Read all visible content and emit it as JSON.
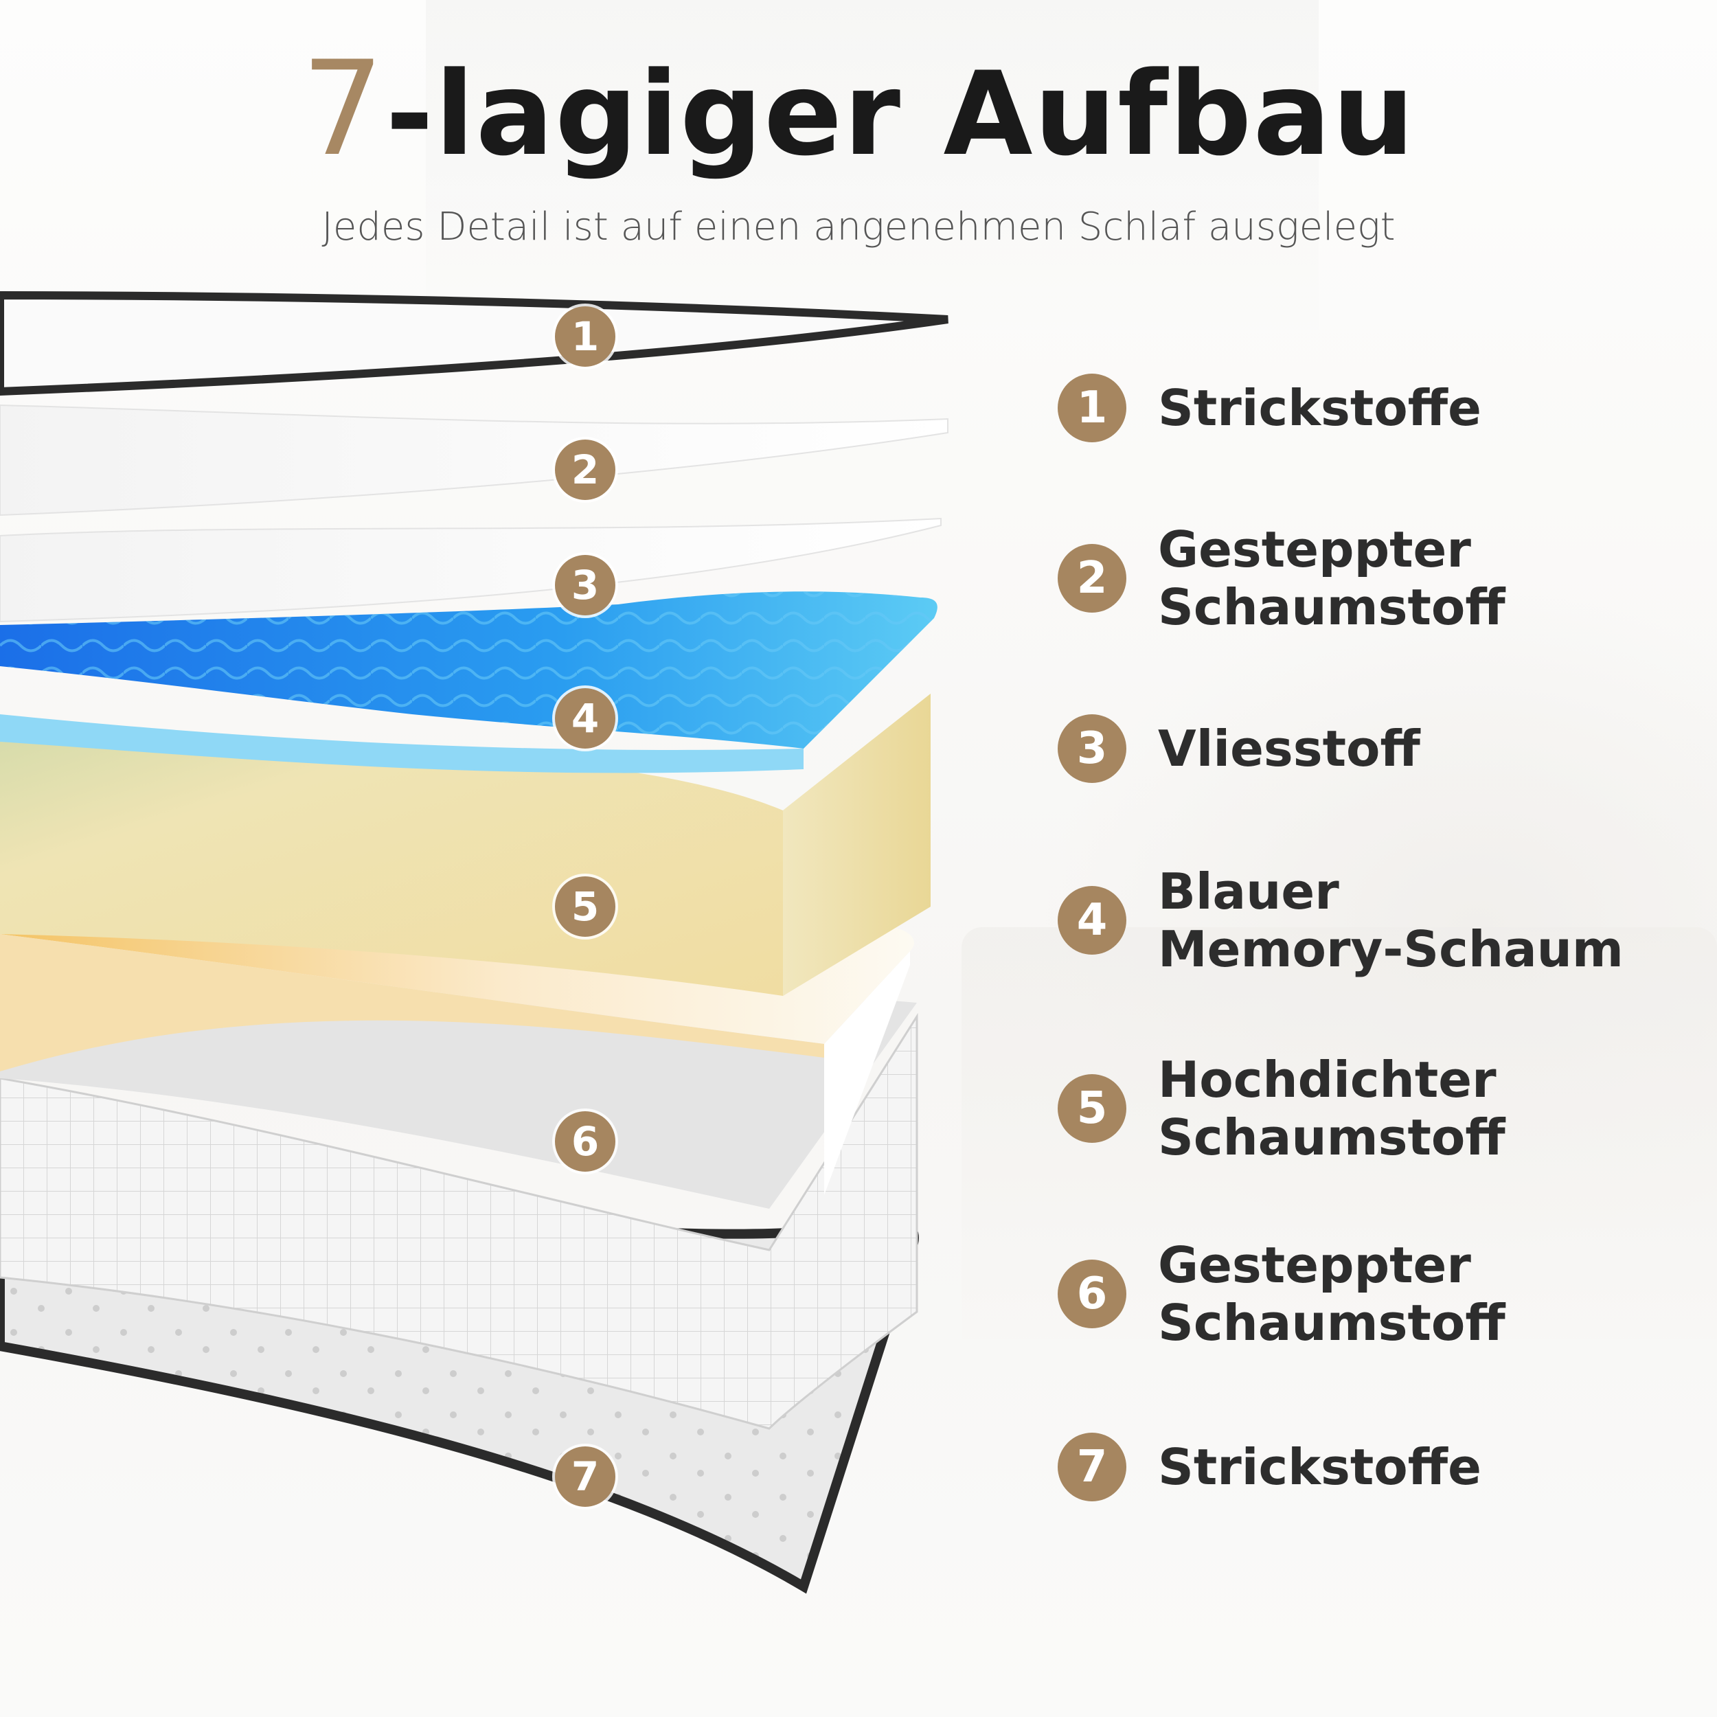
{
  "title": {
    "accent": "7",
    "rest": "-lagiger Aufbau"
  },
  "subtitle": "Jedes Detail ist auf einen angenehmen Schlaf ausgelegt",
  "markers": [
    "1",
    "2",
    "3",
    "4",
    "5",
    "6",
    "7"
  ],
  "layers": [
    {
      "number": "1",
      "lines": [
        "Strickstoffe"
      ]
    },
    {
      "number": "2",
      "lines": [
        "Gesteppter",
        "Schaumstoff"
      ]
    },
    {
      "number": "3",
      "lines": [
        "Vliesstoff"
      ]
    },
    {
      "number": "4",
      "lines": [
        "Blauer",
        "Memory-Schaum"
      ]
    },
    {
      "number": "5",
      "lines": [
        "Hochdichter",
        "Schaumstoff"
      ]
    },
    {
      "number": "6",
      "lines": [
        "Gesteppter",
        "Schaumstoff"
      ]
    },
    {
      "number": "7",
      "lines": [
        "Strickstoffe"
      ]
    }
  ],
  "colors": {
    "accent": "#a68660",
    "memory_foam": "#1e90f0",
    "dense_foam": "#f2e1a4",
    "knit_fabric": "#2b2b2b"
  }
}
